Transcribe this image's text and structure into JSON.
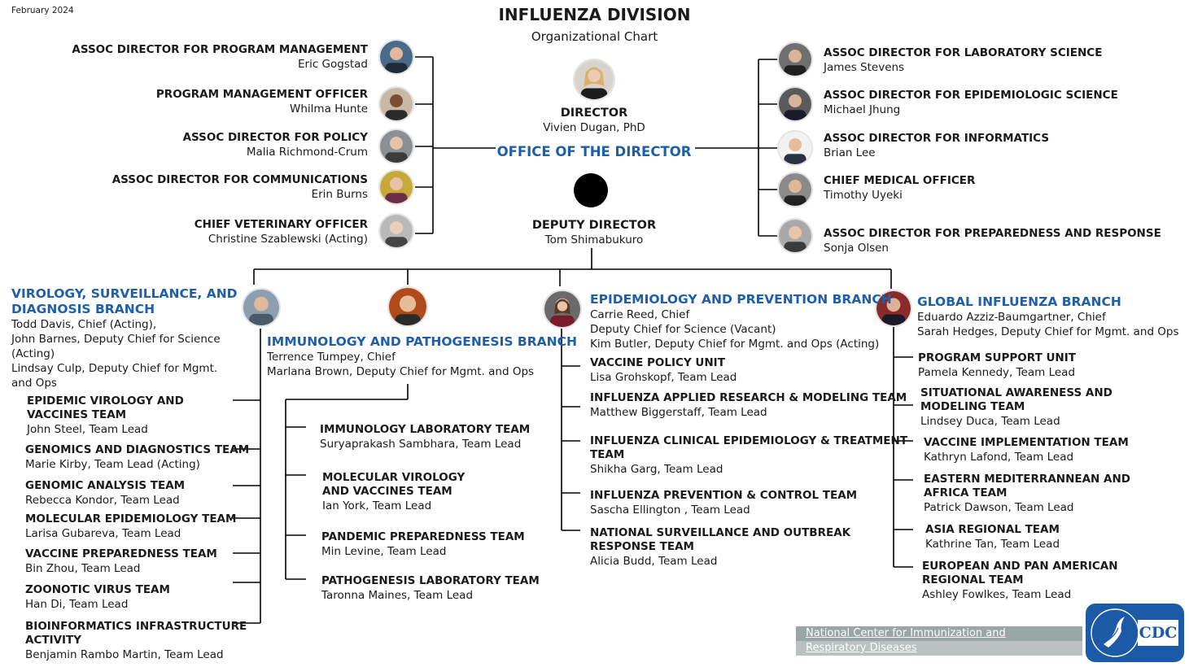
{
  "date": "February 2024",
  "title": "INFLUENZA DIVISION",
  "subtitle": "Organizational Chart",
  "director": {
    "title": "DIRECTOR",
    "name": "Vivien Dugan, PhD"
  },
  "office": "OFFICE OF THE DIRECTOR",
  "deputy": {
    "title": "DEPUTY DIRECTOR",
    "name": "Tom Shimabukuro"
  },
  "left_staff": [
    {
      "title": "ASSOC DIRECTOR FOR PROGRAM MANAGEMENT",
      "name": "Eric Gogstad"
    },
    {
      "title": "PROGRAM MANAGEMENT OFFICER",
      "name": "Whilma Hunte"
    },
    {
      "title": "ASSOC DIRECTOR FOR POLICY",
      "name": "Malia Richmond-Crum"
    },
    {
      "title": "ASSOC DIRECTOR FOR COMMUNICATIONS",
      "name": "Erin Burns"
    },
    {
      "title": "CHIEF VETERINARY OFFICER",
      "name": "Christine Szablewski (Acting)"
    }
  ],
  "right_staff": [
    {
      "title": "ASSOC DIRECTOR FOR LABORATORY SCIENCE",
      "name": "James Stevens"
    },
    {
      "title": "ASSOC DIRECTOR FOR EPIDEMIOLOGIC SCIENCE",
      "name": "Michael Jhung"
    },
    {
      "title": "ASSOC DIRECTOR FOR INFORMATICS",
      "name": "Brian Lee"
    },
    {
      "title": "CHIEF MEDICAL OFFICER",
      "name": "Timothy Uyeki"
    },
    {
      "title": "ASSOC DIRECTOR FOR PREPAREDNESS AND RESPONSE",
      "name": "Sonja Olsen"
    }
  ],
  "vsd": {
    "name_l1": "VIROLOGY, SURVEILLANCE, AND",
    "name_l2": "DIAGNOSIS BRANCH",
    "leaders": [
      "Todd Davis, Chief (Acting),",
      "John Barnes, Deputy Chief for Science",
      "(Acting)",
      "Lindsay Culp, Deputy Chief for Mgmt.",
      "and Ops"
    ],
    "teams": [
      {
        "l1": "EPIDEMIC VIROLOGY AND",
        "l2": "VACCINES TEAM",
        "lead": "John Steel, Team Lead"
      },
      {
        "l1": "GENOMICS AND DIAGNOSTICS TEAM",
        "lead": "Marie Kirby, Team Lead (Acting)"
      },
      {
        "l1": "GENOMIC ANALYSIS TEAM",
        "lead": "Rebecca Kondor, Team Lead"
      },
      {
        "l1": "MOLECULAR EPIDEMIOLOGY TEAM",
        "lead": "Larisa Gubareva, Team Lead"
      },
      {
        "l1": "VACCINE PREPAREDNESS TEAM",
        "lead": "Bin Zhou, Team Lead"
      },
      {
        "l1": "ZOONOTIC VIRUS TEAM",
        "lead": "Han Di, Team Lead"
      },
      {
        "l1": "BIOINFORMATICS INFRASTRUCTURE",
        "l2": "ACTIVITY",
        "lead": "Benjamin Rambo Martin, Team Lead"
      }
    ]
  },
  "ipb": {
    "name": "IMMUNOLOGY AND PATHOGENESIS BRANCH",
    "leaders": [
      "Terrence Tumpey, Chief",
      "Marlana Brown, Deputy Chief for Mgmt. and Ops"
    ],
    "teams": [
      {
        "l1": "IMMUNOLOGY LABORATORY TEAM",
        "lead": "Suryaprakash Sambhara, Team Lead"
      },
      {
        "l1": "MOLECULAR VIROLOGY",
        "l2": "AND VACCINES TEAM",
        "lead": "Ian York, Team Lead"
      },
      {
        "l1": "PANDEMIC PREPAREDNESS TEAM",
        "lead": "Min Levine, Team Lead"
      },
      {
        "l1": "PATHOGENESIS LABORATORY TEAM",
        "lead": "Taronna Maines, Team Lead"
      }
    ]
  },
  "epb": {
    "name": "EPIDEMIOLOGY AND PREVENTION BRANCH",
    "leaders": [
      "Carrie Reed, Chief",
      "Deputy Chief for Science (Vacant)",
      "Kim Butler, Deputy Chief for Mgmt. and Ops (Acting)"
    ],
    "teams": [
      {
        "l1": "VACCINE POLICY UNIT",
        "lead": "Lisa Grohskopf, Team Lead"
      },
      {
        "l1": "INFLUENZA APPLIED RESEARCH & MODELING TEAM",
        "lead": "Matthew Biggerstaff, Team Lead"
      },
      {
        "l1": "INFLUENZA CLINICAL EPIDEMIOLOGY & TREATMENT",
        "l2": "TEAM",
        "lead": "Shikha Garg, Team Lead"
      },
      {
        "l1": "INFLUENZA PREVENTION & CONTROL TEAM",
        "lead": "Sascha Ellington , Team Lead"
      },
      {
        "l1": "NATIONAL SURVEILLANCE AND OUTBREAK",
        "l2": "RESPONSE TEAM",
        "lead": "Alicia Budd, Team Lead"
      }
    ]
  },
  "gib": {
    "name": "GLOBAL INFLUENZA BRANCH",
    "leaders": [
      "Eduardo Azziz-Baumgartner, Chief",
      "Sarah Hedges, Deputy Chief for Mgmt. and Ops"
    ],
    "teams": [
      {
        "l1": "PROGRAM SUPPORT UNIT",
        "lead": "Pamela Kennedy, Team Lead"
      },
      {
        "l1": "SITUATIONAL AWARENESS AND",
        "l2": "MODELING TEAM",
        "lead": "Lindsey Duca, Team Lead"
      },
      {
        "l1": "VACCINE IMPLEMENTATION TEAM",
        "lead": "Kathryn Lafond, Team Lead"
      },
      {
        "l1": "EASTERN MEDITERRANNEAN AND",
        "l2": "AFRICA TEAM",
        "lead": "Patrick Dawson, Team Lead"
      },
      {
        "l1": "ASIA REGIONAL TEAM",
        "lead": "Kathrine Tan, Team Lead"
      },
      {
        "l1": "EUROPEAN AND PAN AMERICAN",
        "l2": "REGIONAL TEAM",
        "lead": "Ashley Fowlkes, Team Lead"
      }
    ]
  },
  "footer": {
    "line1": "National Center for Immunization and",
    "line2": "Respiratory Diseases",
    "logo_text": "CDC"
  },
  "colors": {
    "accent_blue": "#1f5ea8",
    "footer_gray": "#9aa5a5",
    "cdc_blue": "#1c5aa8"
  }
}
